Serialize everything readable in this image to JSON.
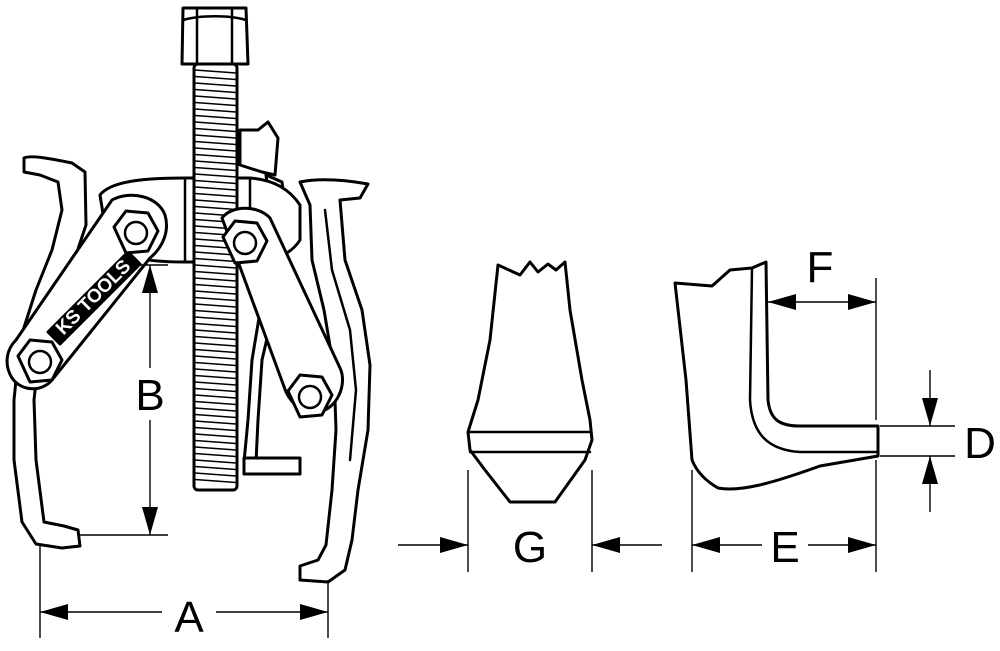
{
  "diagram": {
    "brand_logo": "KS TOOLS",
    "colors": {
      "line": "#000000",
      "background": "#ffffff",
      "logo_fill": "#ffffff"
    },
    "dimensions": [
      {
        "id": "A",
        "label": "A"
      },
      {
        "id": "B",
        "label": "B"
      },
      {
        "id": "D",
        "label": "D"
      },
      {
        "id": "E",
        "label": "E"
      },
      {
        "id": "F",
        "label": "F"
      },
      {
        "id": "G",
        "label": "G"
      }
    ]
  }
}
